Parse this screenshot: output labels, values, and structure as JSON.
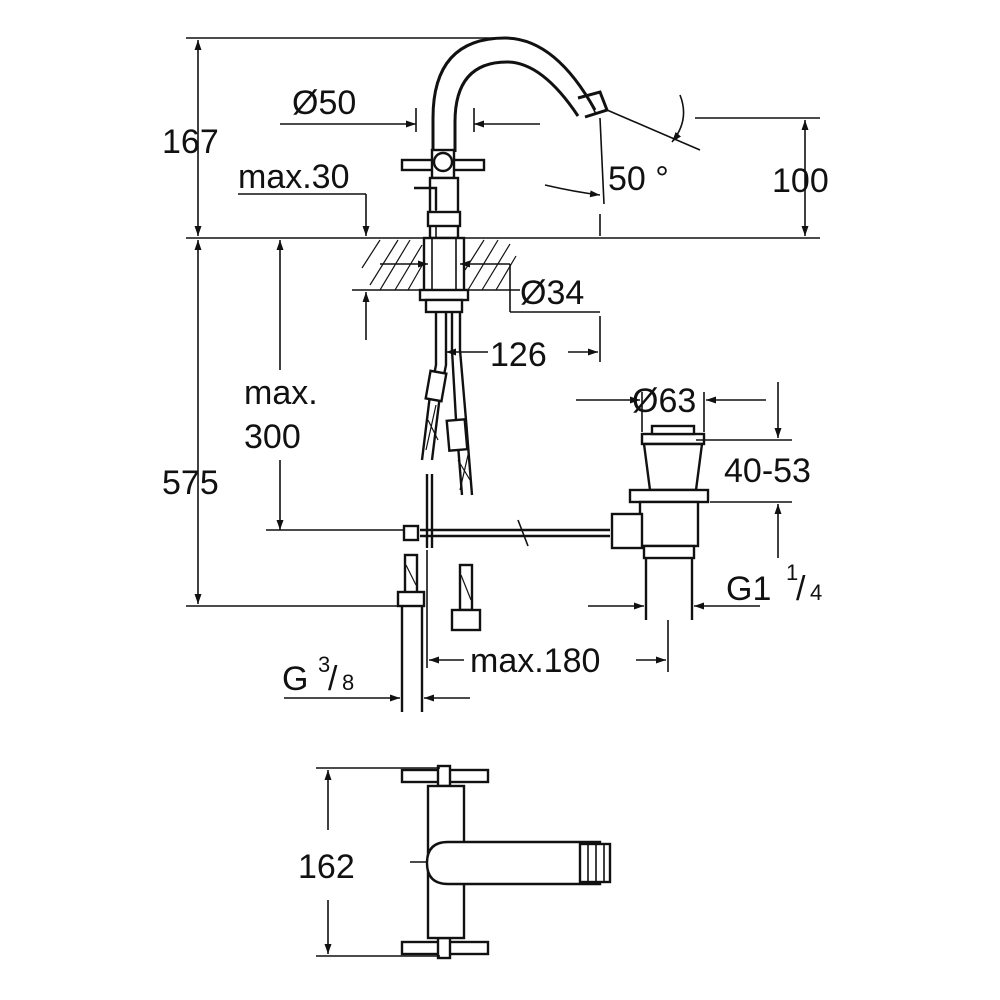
{
  "dimensions": {
    "d50": "Ø50",
    "h167": "167",
    "max30": "max.30",
    "angle50": "50 °",
    "h100": "100",
    "d34": "Ø34",
    "w126": "126",
    "max300_line1": "max.",
    "max300_line2": "300",
    "h575": "575",
    "d63": "Ø63",
    "range4053": "40-53",
    "g114_main": "G1",
    "g114_num": "1",
    "g114_den": "4",
    "max180": "max.180",
    "g38_main": "G",
    "g38_num": "3",
    "g38_den": "8",
    "h162": "162"
  },
  "colors": {
    "line": "#111111",
    "background": "#ffffff"
  }
}
